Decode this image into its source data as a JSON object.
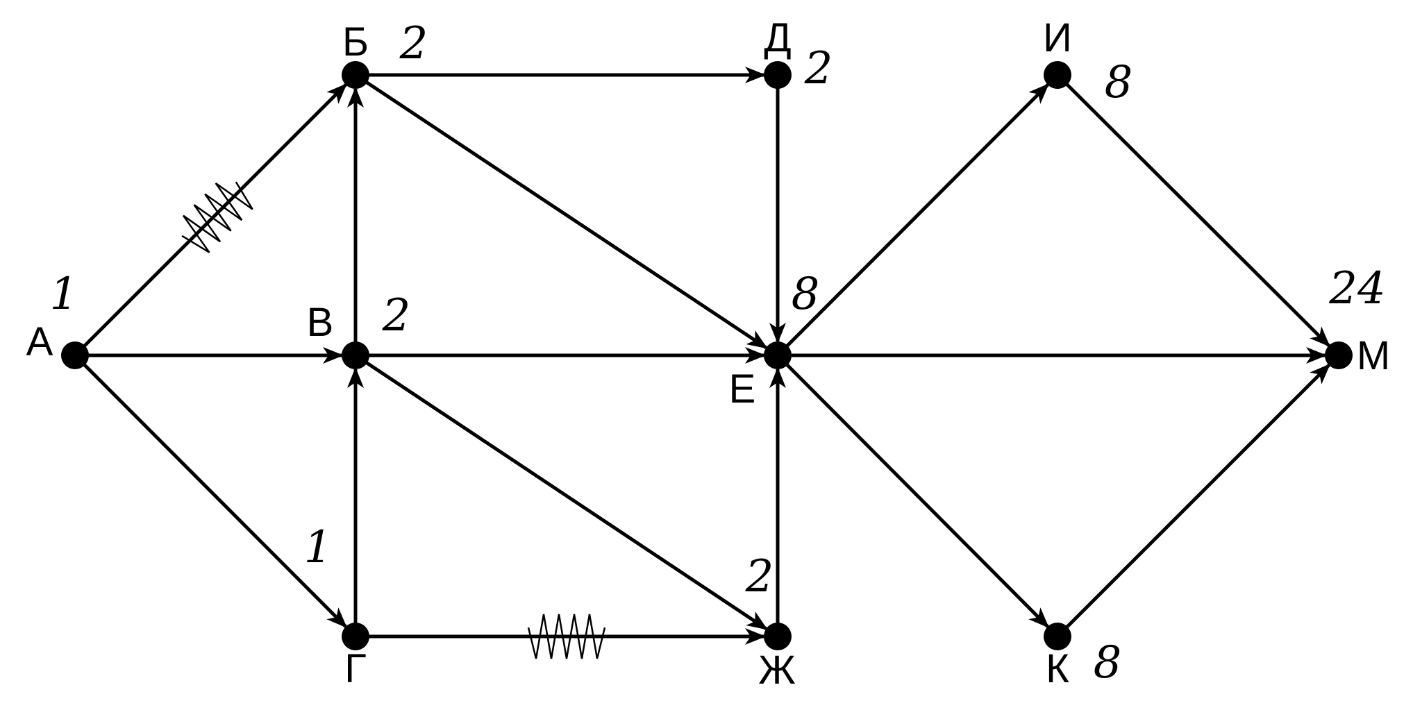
{
  "diagram": {
    "colors": {
      "ink": "#000000",
      "background": "#ffffff"
    },
    "nodes": {
      "A": {
        "label": "А",
        "count": "1"
      },
      "B": {
        "label": "Б",
        "count": "2"
      },
      "V": {
        "label": "В",
        "count": "2"
      },
      "G": {
        "label": "Г",
        "count": "1"
      },
      "D": {
        "label": "Д",
        "count": "2"
      },
      "E": {
        "label": "Е",
        "count": "8"
      },
      "ZH": {
        "label": "Ж",
        "count": "2"
      },
      "I": {
        "label": "И",
        "count": "8"
      },
      "K": {
        "label": "К",
        "count": "8"
      },
      "M": {
        "label": "М",
        "count": "24"
      }
    },
    "edges": [
      {
        "from": "A",
        "to": "B",
        "crossed_out": true
      },
      {
        "from": "A",
        "to": "V",
        "crossed_out": false
      },
      {
        "from": "A",
        "to": "G",
        "crossed_out": false
      },
      {
        "from": "G",
        "to": "V",
        "crossed_out": false
      },
      {
        "from": "V",
        "to": "B",
        "crossed_out": false
      },
      {
        "from": "B",
        "to": "D",
        "crossed_out": false
      },
      {
        "from": "B",
        "to": "E",
        "crossed_out": false
      },
      {
        "from": "V",
        "to": "E",
        "crossed_out": false
      },
      {
        "from": "V",
        "to": "ZH",
        "crossed_out": false
      },
      {
        "from": "G",
        "to": "ZH",
        "crossed_out": true
      },
      {
        "from": "D",
        "to": "E",
        "crossed_out": false
      },
      {
        "from": "ZH",
        "to": "E",
        "crossed_out": false
      },
      {
        "from": "E",
        "to": "I",
        "crossed_out": false
      },
      {
        "from": "E",
        "to": "M",
        "crossed_out": false
      },
      {
        "from": "E",
        "to": "K",
        "crossed_out": false
      },
      {
        "from": "I",
        "to": "M",
        "crossed_out": false
      },
      {
        "from": "K",
        "to": "M",
        "crossed_out": false
      }
    ]
  }
}
